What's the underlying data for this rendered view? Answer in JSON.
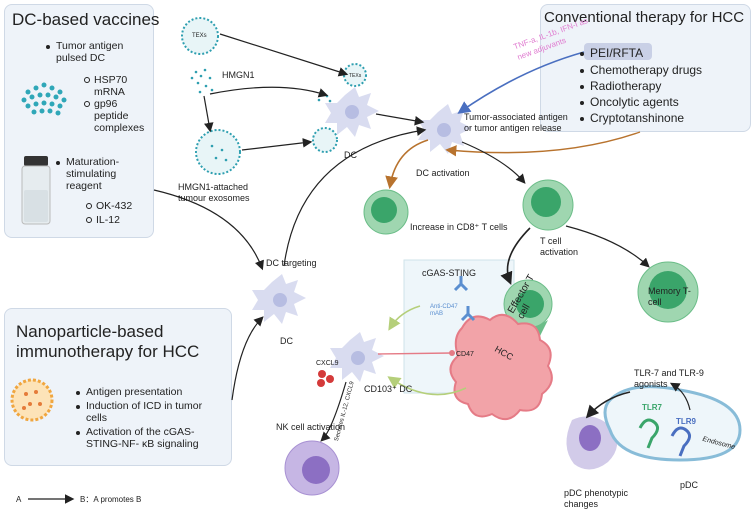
{
  "dc_vaccines": {
    "title": "DC-based vaccines",
    "item1": "Tumor antigen pulsed DC",
    "sub1": "HSP70 mRNA",
    "sub2": "gp96 peptide complexes",
    "item2": "Maturation-stimulating reagent",
    "sub3": "OK-432",
    "sub4": "IL-12"
  },
  "nanoparticle": {
    "title": "Nanoparticle-based immunotherapy for HCC",
    "items": [
      "Antigen presentation",
      "Induction of ICD in tumor cells",
      "Activation of the cGAS-STING-NF- κB signaling"
    ]
  },
  "conventional": {
    "title": "Conventional therapy for HCC",
    "items": [
      "PEI/RFTA",
      "Chemotherapy drugs",
      "Radiotherapy",
      "Oncolytic agents",
      "Cryptotanshinone"
    ]
  },
  "labels": {
    "texs": "TEXs",
    "texs_small": "TEXs",
    "hmgn1": "HMGN1",
    "hmgn1_exo": "HMGN1-attached tumour exosomes",
    "dc_top": "DC",
    "tnf": "TNF-a, IL-1b, IFN-I as new adjuvants",
    "tumor_antigen": "Tumor-associated antigen or tumor antigen release",
    "dc_activation": "DC activation",
    "cd8": "Increase in CD8⁺ T cells",
    "t_activation": "T cell activation",
    "dc_targeting": "DC targeting",
    "dc_mid": "DC",
    "cgas": "cGAS-STING",
    "effector": "Effector T cell",
    "memory": "Memory T-cell",
    "anti_cd47": "Anti-CD47 mAB",
    "cd47": "CD47",
    "hcc": "HCC",
    "cxcl9": "CXCL9",
    "cd103": "CD103⁺ DC",
    "secretes": "Secretes IL-12, CXCL9",
    "nk": "NK cell activation",
    "tlr_agonists": "TLR-7 and TLR-9 agonists",
    "tlr7": "TLR7",
    "tlr9": "TLR9",
    "endosome": "Endosome",
    "pdc": "pDC",
    "pdc_changes": "pDC phenotypic changes",
    "legend_a": "A",
    "legend_b": "B：A promotes B"
  },
  "colors": {
    "panel_bg": "#eef3f9",
    "dc_cell": "#d9dcf0",
    "t_cell": "#7fc79a",
    "t_nucleus": "#3aa56a",
    "hcc": "#f2a3a8",
    "nk": "#b9a6dc",
    "exosome": "#2e9fb0",
    "arrow_orange": "#b8732e",
    "arrow_blue": "#4a6fc0",
    "tnf_text": "#e07bd0"
  }
}
